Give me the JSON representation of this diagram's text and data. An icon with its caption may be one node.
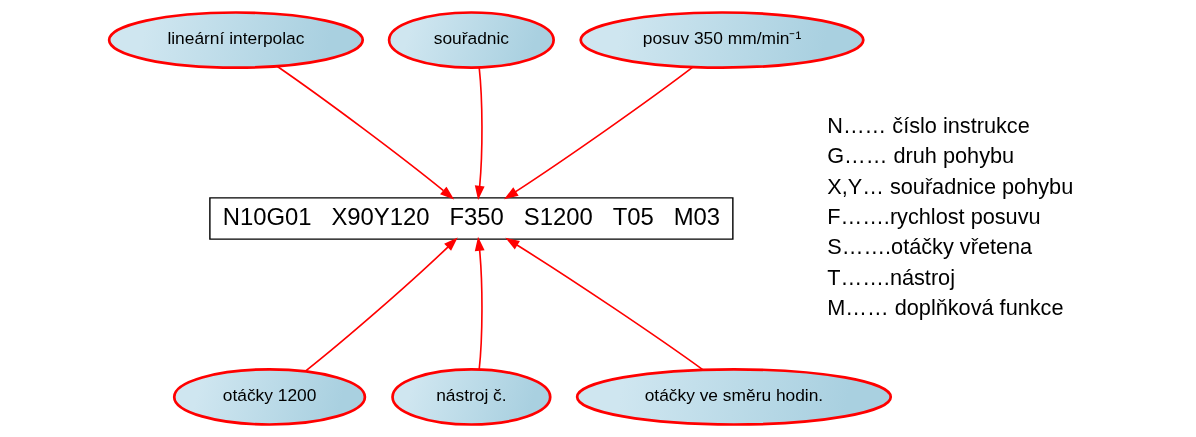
{
  "diagram": {
    "nodes": [
      {
        "text": [
          "lineární interpolac"
        ]
      },
      {
        "text": [
          "souřadnic"
        ]
      },
      {
        "text": [
          "posuv 350 mm/min⁻¹"
        ]
      },
      {
        "text": [
          "N10G01   X90Y120   F350   S1200   T05   M03"
        ]
      },
      {
        "text": [
          "otáčky 1200"
        ]
      },
      {
        "text": [
          "nástroj č."
        ]
      },
      {
        "text": [
          "otáčky ve směru hodin."
        ]
      }
    ],
    "edges": [
      {
        "from": 0,
        "to": 3,
        "arrow": "to"
      },
      {
        "from": 1,
        "to": 3,
        "arrow": "to"
      },
      {
        "from": 2,
        "to": 3,
        "arrow": "to"
      },
      {
        "from": 4,
        "to": 3,
        "arrow": "to"
      },
      {
        "from": 5,
        "to": 3,
        "arrow": "to"
      },
      {
        "from": 6,
        "to": 3,
        "arrow": "to"
      }
    ],
    "labels": [
      "N…… číslo instrukce",
      "G…… druh pohybu",
      "X,Y… souřadnice pohybu",
      "F…….rychlost posuvu",
      "S…….otáčky vřetena",
      "T…….nástroj",
      "M…… doplňková funkce"
    ]
  }
}
